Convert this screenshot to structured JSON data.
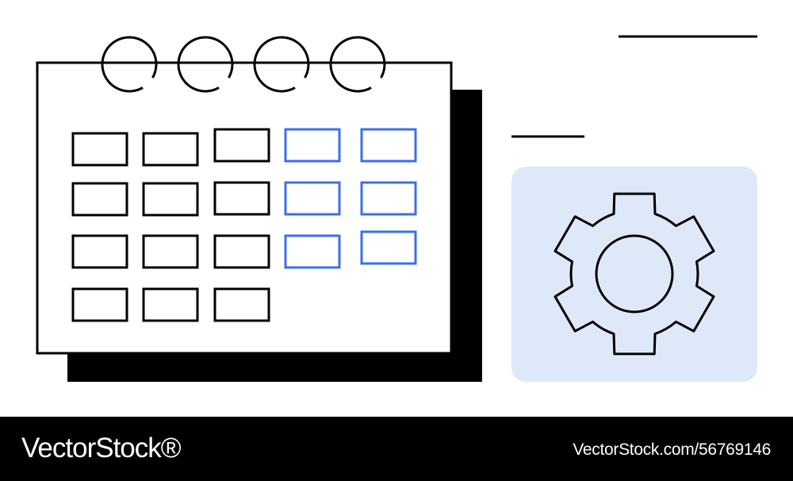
{
  "colors": {
    "ink": "#000000",
    "accent": "#3b6fe6",
    "panel": "#dfe8f8",
    "paper": "#ffffff"
  },
  "calendar": {
    "icon": "calendar-icon",
    "ring_count": 4,
    "rows": [
      [
        "black",
        "black",
        "black",
        "blue",
        "blue"
      ],
      [
        "black",
        "black",
        "black",
        "blue",
        "blue"
      ],
      [
        "black",
        "black",
        "black",
        "blue",
        "blue"
      ],
      [
        "black",
        "black",
        "black"
      ]
    ]
  },
  "settings_panel": {
    "icon": "gear-icon"
  },
  "footer": {
    "logo": "VectorStock®",
    "image_id": "VectorStock.com/56769146"
  }
}
